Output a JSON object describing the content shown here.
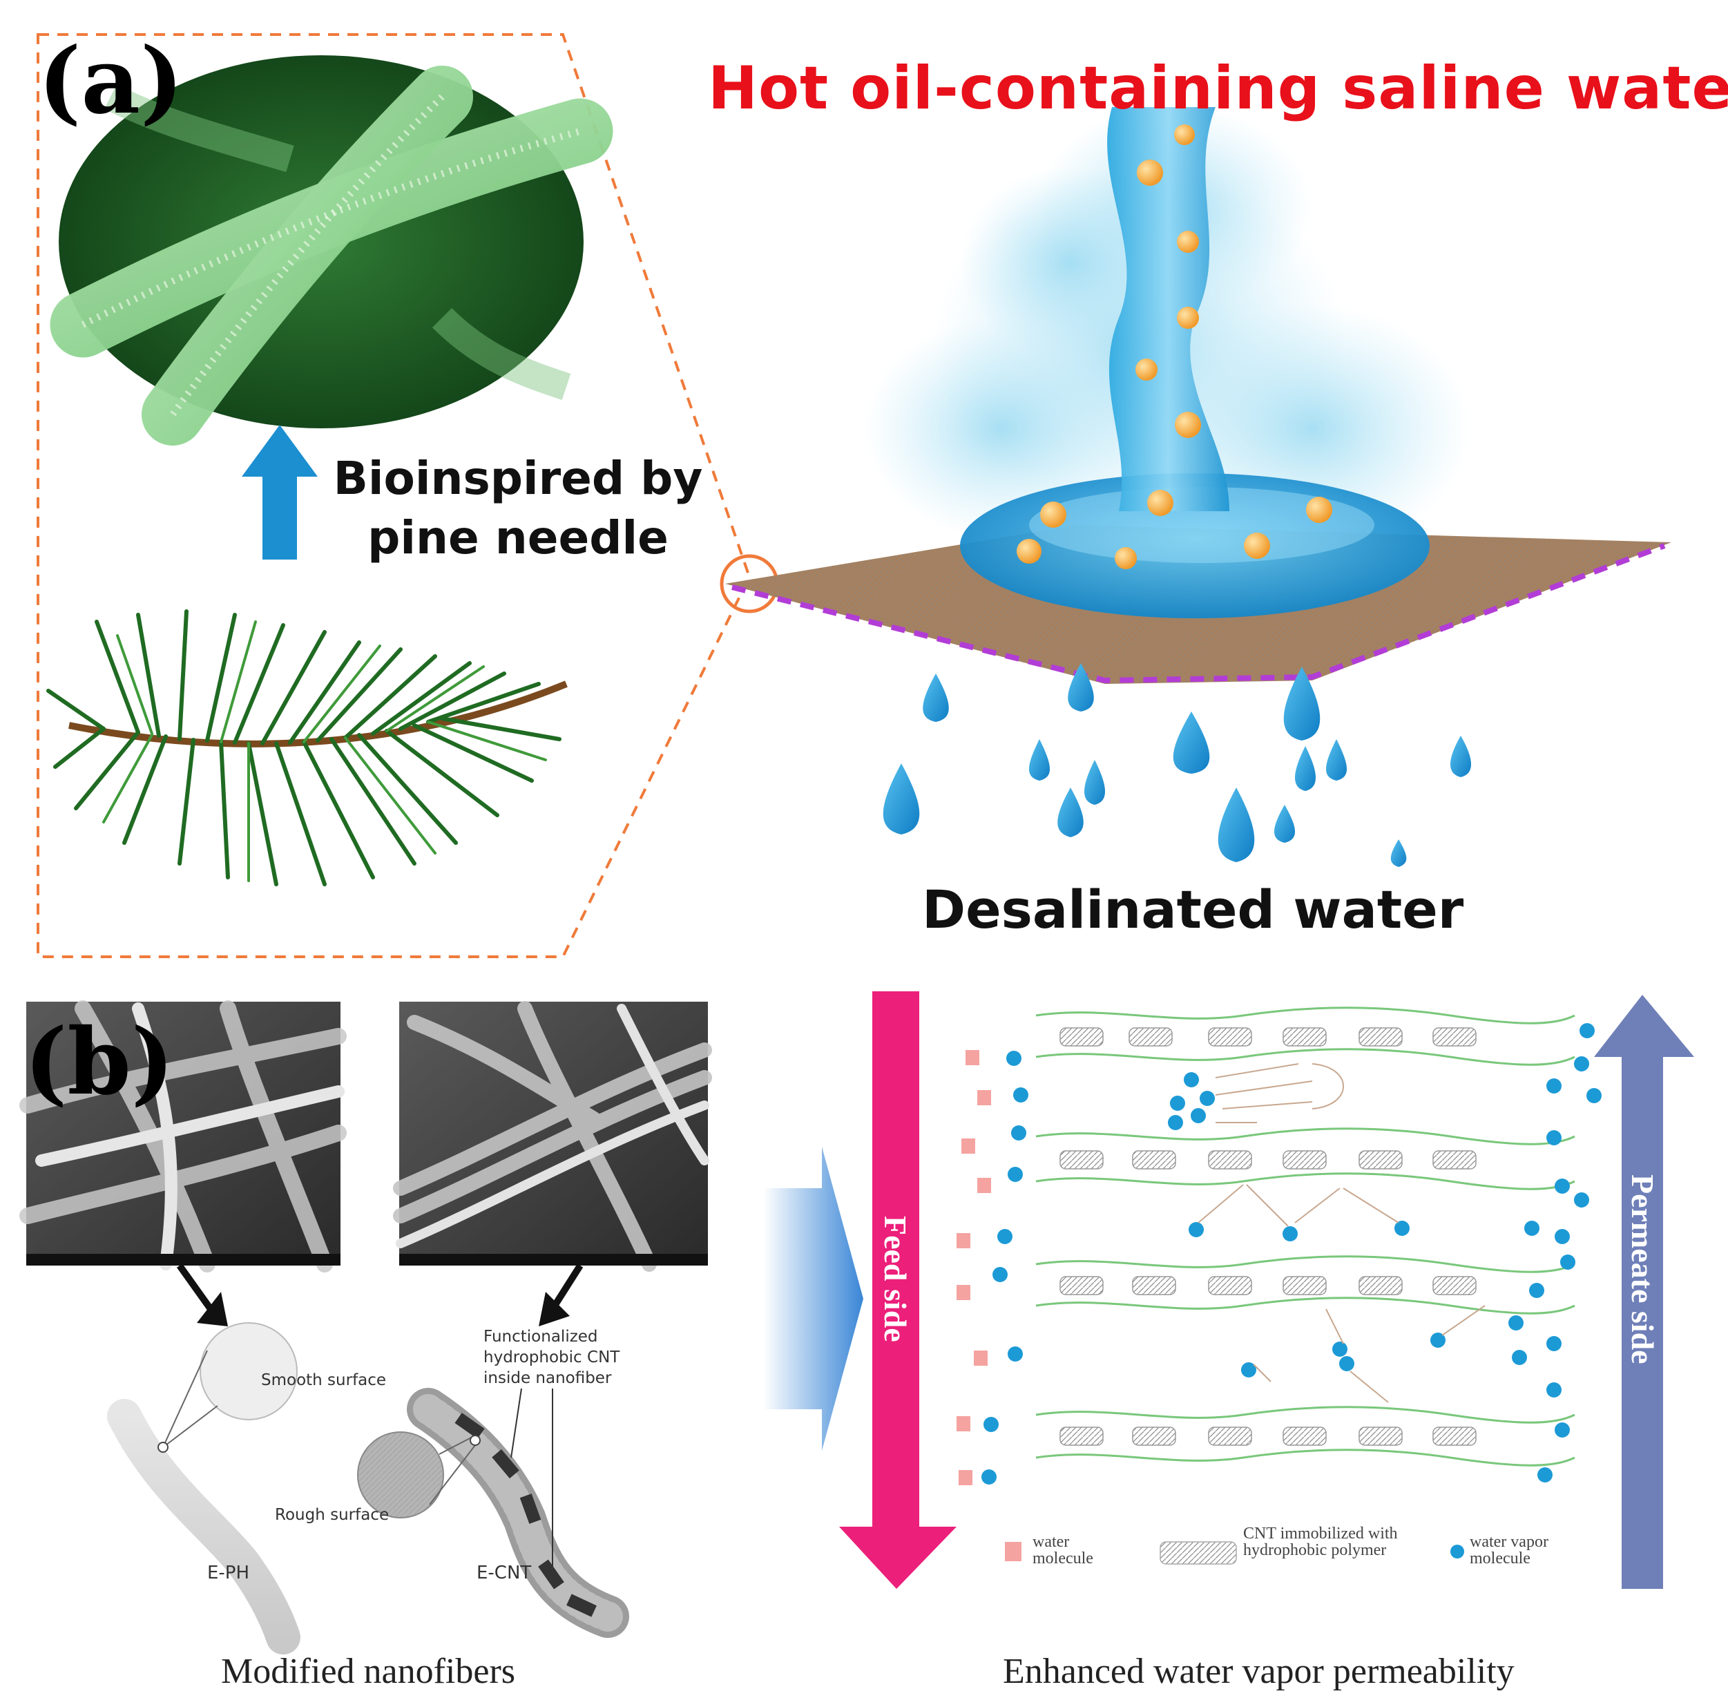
{
  "panel_a": {
    "label": "(a)",
    "title": "Hot oil-containing saline water",
    "bioinspired_line1": "Bioinspired by",
    "bioinspired_line2": "pine needle",
    "bottom_caption": "Desalinated water"
  },
  "panel_b": {
    "label": "(b)",
    "left": {
      "smooth_surface": "Smooth surface",
      "rough_surface": "Rough surface",
      "functionalized_line1": "Functionalized",
      "functionalized_line2": "hydrophobic CNT",
      "functionalized_line3": "inside nanofiber",
      "e_ph": "E-PH",
      "e_cnt": "E-CNT",
      "caption": "Modified nanofibers"
    },
    "right": {
      "feed_side": "Feed side",
      "permeate_side": "Permeate side",
      "legend_water_molecule": "water molecule",
      "legend_cnt": "CNT immobilized with hydrophobic polymer",
      "legend_vapor": "water vapor molecule",
      "caption": "Enhanced water vapor permeability"
    }
  },
  "colors": {
    "title_red": "#e8101a",
    "water_blue": "#1c9ad6",
    "feed_pink": "#ec1f7a",
    "permeate_purple": "#6f7fb8",
    "dashed_orange": "#f07a3a",
    "green_fiber": "#79c77b",
    "salmon_square": "#f4a3a0"
  }
}
